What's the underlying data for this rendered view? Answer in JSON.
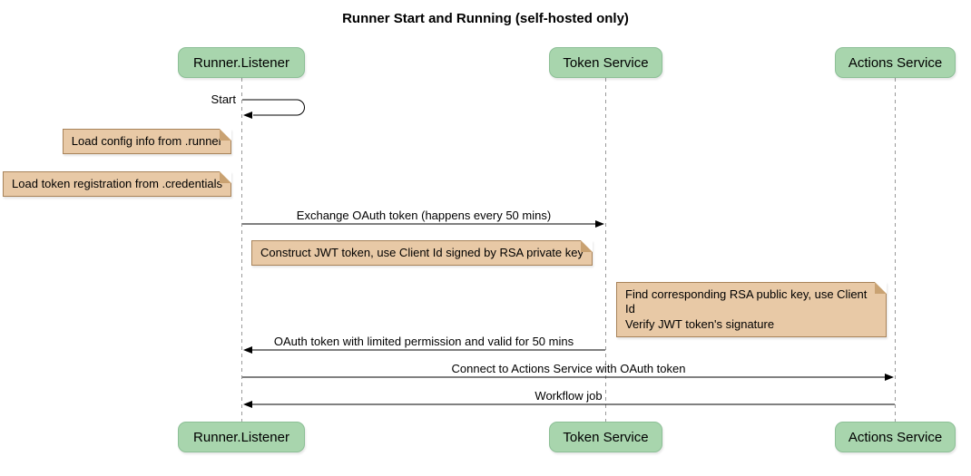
{
  "title": "Runner Start and Running (self-hosted only)",
  "colors": {
    "participant_fill": "#A8D5AD",
    "participant_border": "#8CBF96",
    "note_fill": "#E8C9A6",
    "note_border": "#A8835A",
    "note_fold": "#C9A272",
    "lifeline": "#999999",
    "arrow": "#000000"
  },
  "participants": [
    {
      "name": "Runner.Listener"
    },
    {
      "name": "Token Service"
    },
    {
      "name": "Actions Service"
    }
  ],
  "messages": {
    "self_start": {
      "label": "Start"
    },
    "exchange": {
      "label": "Exchange OAuth token (happens every 50 mins)"
    },
    "oauth_return": {
      "label": "OAuth token with limited permission and valid for 50 mins"
    },
    "connect": {
      "label": "Connect to Actions Service with OAuth token"
    },
    "workflow": {
      "label": "Workflow job"
    }
  },
  "notes": {
    "load_config": {
      "text": "Load config info from .runner"
    },
    "load_token": {
      "text": "Load token registration from .credentials"
    },
    "construct_jwt": {
      "text": "Construct JWT token, use Client Id signed by RSA private key"
    },
    "verify_jwt": {
      "text": "Find corresponding RSA public key, use Client Id\nVerify JWT token's signature"
    }
  }
}
